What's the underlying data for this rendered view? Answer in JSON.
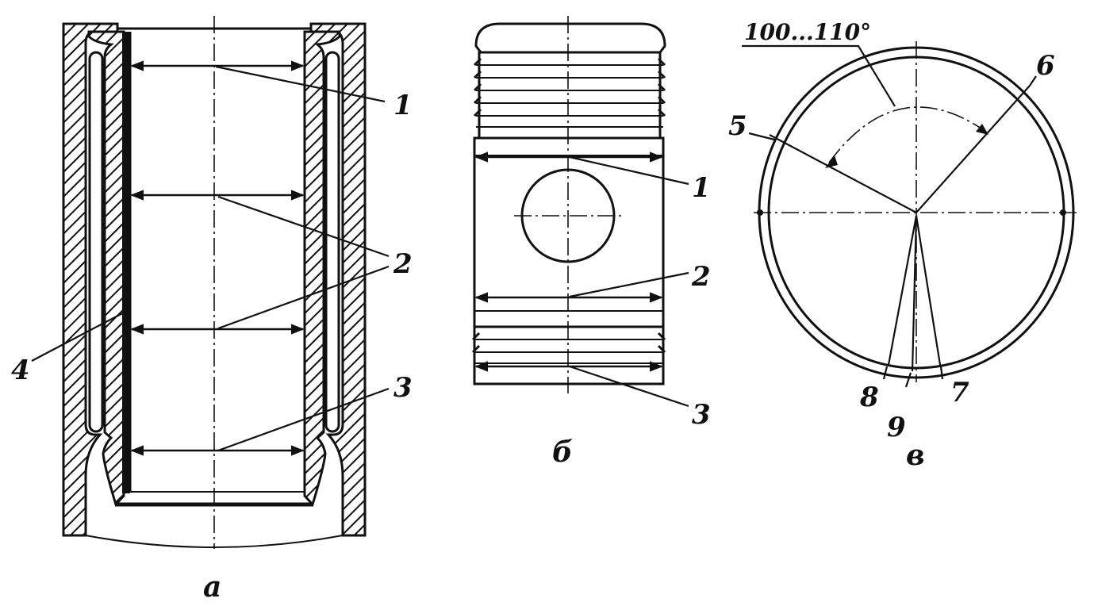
{
  "figures": {
    "a": {
      "caption": "а",
      "labels": {
        "n1": "1",
        "n2": "2",
        "n3": "3",
        "n4": "4"
      }
    },
    "b": {
      "caption": "б",
      "labels": {
        "n1": "1",
        "n2": "2",
        "n3": "3"
      }
    },
    "c": {
      "caption": "в",
      "angle": "100...110°",
      "labels": {
        "n5": "5",
        "n6": "6",
        "n7": "7",
        "n8": "8",
        "n9": "9"
      }
    }
  }
}
